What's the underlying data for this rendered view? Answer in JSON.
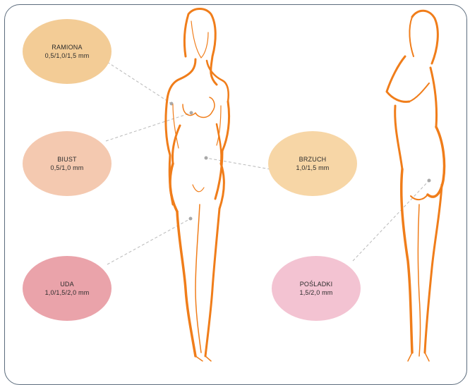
{
  "areas": {
    "ramiona": {
      "name": "RAMIONA",
      "spec": "0,5/1,0/1,5 mm",
      "color": "#f3cc96"
    },
    "biust": {
      "name": "BIUST",
      "spec": "0,5/1,0 mm",
      "color": "#f4c9b0"
    },
    "brzuch": {
      "name": "BRZUCH",
      "spec": "1,0/1,5 mm",
      "color": "#f7d6a6"
    },
    "uda": {
      "name": "UDA",
      "spec": "1,0/1,5/2,0 mm",
      "color": "#eaa3aa"
    },
    "posladki": {
      "name": "POŚLADKI",
      "spec": "1,5/2,0 mm",
      "color": "#f3c3d2"
    }
  },
  "colors": {
    "figure_outline": "#f07d1a",
    "leader_line": "#b9b9b9",
    "frame": "#5c6c7d"
  }
}
